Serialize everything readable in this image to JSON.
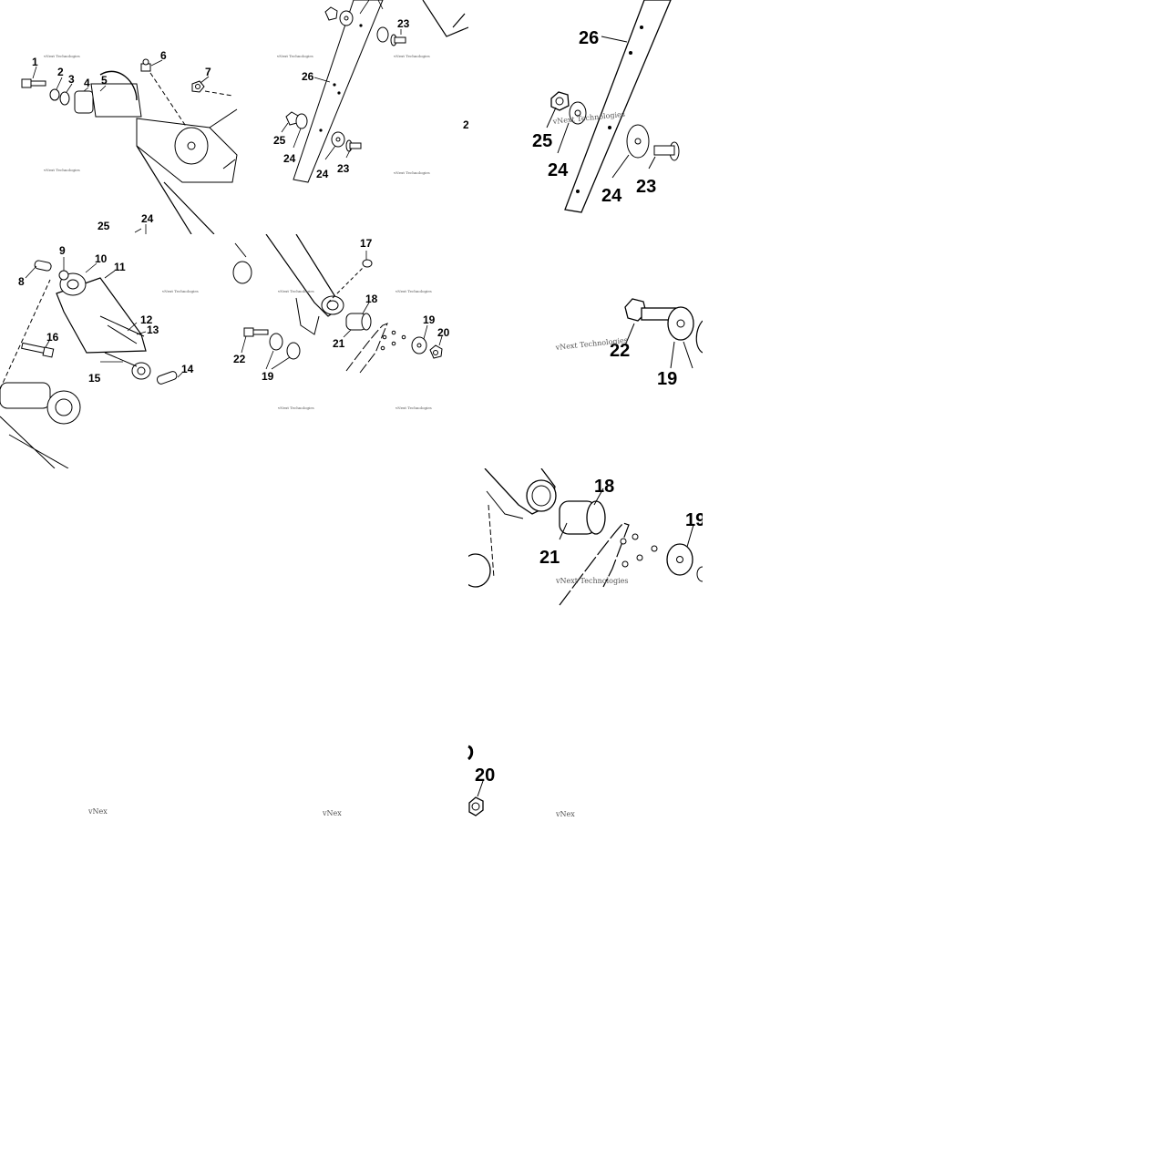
{
  "watermark": "vNext Technologies",
  "watermark_partial": "vNex",
  "tile_a": {
    "callouts": [
      "1",
      "2",
      "3",
      "4",
      "5",
      "6",
      "7",
      "25",
      "24",
      "26",
      "25",
      "24",
      "24",
      "23",
      "23",
      "2"
    ]
  },
  "tile_b": {
    "callouts": [
      "26",
      "25",
      "24",
      "24",
      "23"
    ]
  },
  "tile_c": {
    "callouts": [
      "9",
      "10",
      "11",
      "8",
      "12",
      "13",
      "16",
      "15",
      "14",
      "17",
      "18",
      "21",
      "19",
      "20",
      "22",
      "19"
    ]
  },
  "tile_d": {
    "callouts": [
      "22",
      "19"
    ]
  },
  "tile_e": {
    "callouts": [
      "18",
      "21",
      "19"
    ]
  },
  "tile_f": {
    "callouts": [
      "20"
    ]
  }
}
